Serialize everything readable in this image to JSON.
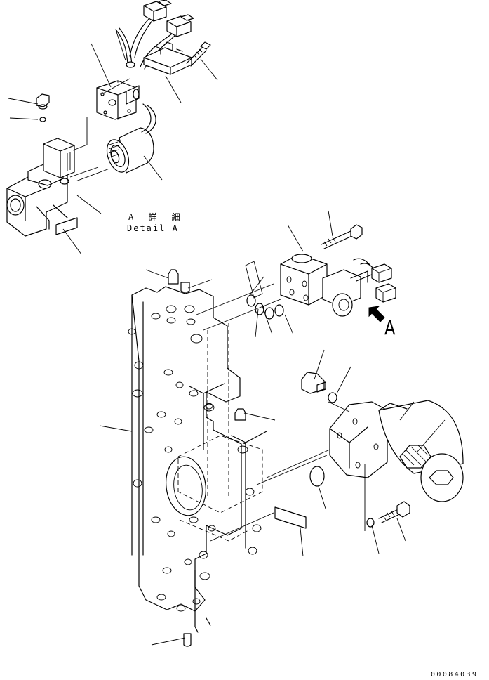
{
  "detail_label": {
    "japanese": "A 詳 細",
    "english": "Detail A"
  },
  "view_marker": "A",
  "drawing_number": "00084039",
  "colors": {
    "line": "#000000",
    "background": "#ffffff"
  }
}
